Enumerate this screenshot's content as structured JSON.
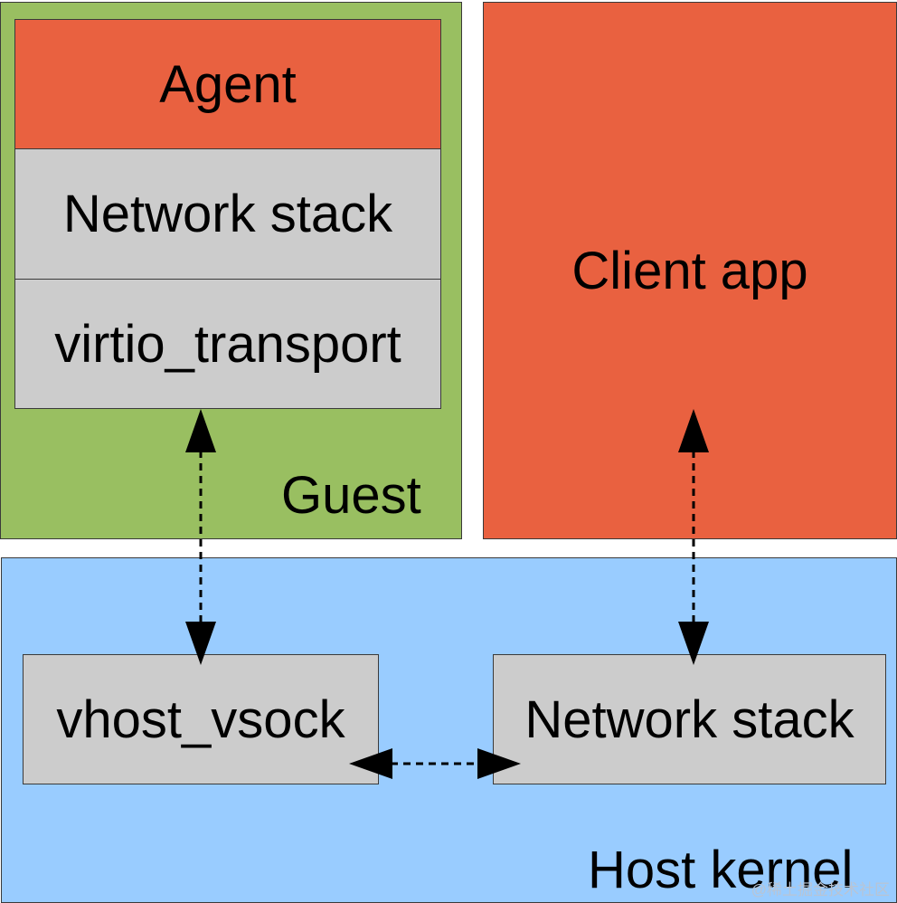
{
  "diagram": {
    "guest": {
      "label": "Guest",
      "agent": "Agent",
      "network_stack": "Network stack",
      "transport": "virtio_transport"
    },
    "client_app": "Client app",
    "host": {
      "label": "Host kernel",
      "vhost": "vhost_vsock",
      "network_stack": "Network stack"
    },
    "connections": [
      {
        "from": "virtio_transport",
        "to": "vhost_vsock",
        "style": "dotted",
        "direction": "both"
      },
      {
        "from": "Client app",
        "to": "Network stack",
        "style": "dotted",
        "direction": "both"
      },
      {
        "from": "vhost_vsock",
        "to": "Network stack",
        "style": "dotted",
        "direction": "both"
      }
    ]
  },
  "watermark": "@稀土掘金技术社区",
  "colors": {
    "guest_bg": "#99bf61",
    "app_bg": "#e96140",
    "host_bg": "#99ccff",
    "layer_bg": "#cccccc"
  }
}
